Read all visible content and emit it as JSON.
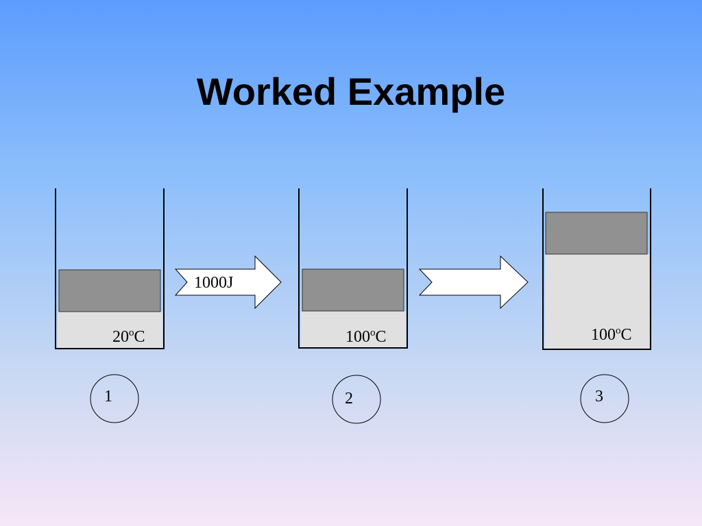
{
  "title": "Worked Example",
  "stages": [
    {
      "number": "1",
      "temp_value": "20",
      "temp_sup": "o",
      "temp_unit": "C"
    },
    {
      "number": "2",
      "temp_value": "100",
      "temp_sup": "o",
      "temp_unit": "C"
    },
    {
      "number": "3",
      "temp_value": "100",
      "temp_sup": "o",
      "temp_unit": "C"
    }
  ],
  "arrows": [
    {
      "label": "1000J"
    },
    {
      "label": ""
    }
  ],
  "colors": {
    "background_top": "#5c9cfd",
    "background_bottom": "#f7e6f7",
    "liquid": "#e0e0e0",
    "block": "#919191",
    "outline": "#000000",
    "arrow_fill": "#ffffff"
  }
}
